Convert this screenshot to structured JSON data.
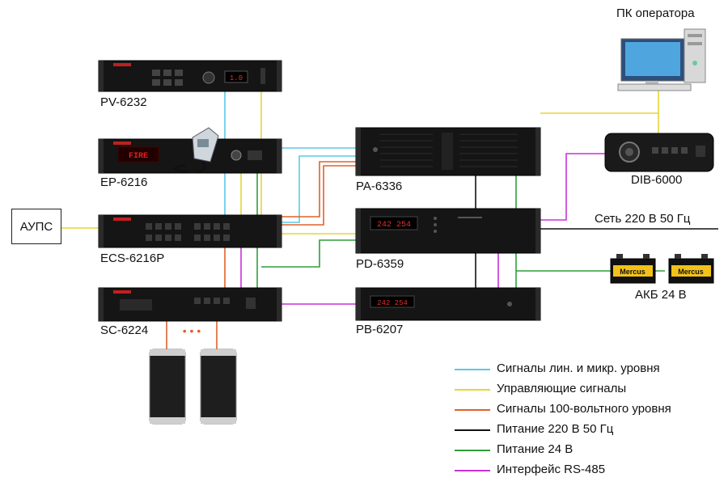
{
  "devices": {
    "pv": "PV-6232",
    "ep": "EP-6216",
    "ecs": "ECS-6216P",
    "sc": "SC-6224",
    "pa": "PA-6336",
    "pd": "PD-6359",
    "pb": "PB-6207",
    "dib": "DIB-6000",
    "aups": "АУПС",
    "pc": "ПК оператора",
    "battery": "АКБ 24 В",
    "mains": "Сеть 220 В 50 Гц",
    "fire_display": "FIRE",
    "pv_display": "1.0",
    "pd_display": "242 254",
    "pb_display": "242 254",
    "battery_brand": "Mercus",
    "dots": "• • •"
  },
  "legend": [
    {
      "label": "Сигналы лин. и микр. уровня",
      "color": "#5bc8e8",
      "icon": "line-signal"
    },
    {
      "label": "Управляющие сигналы",
      "color": "#e8d43a",
      "icon": "control-signal"
    },
    {
      "label": "Сигналы 100-вольтного уровня",
      "color": "#e0622a",
      "icon": "speaker-signal"
    },
    {
      "label": "Питание 220 В 50 Гц",
      "color": "#111111",
      "icon": "mains-power"
    },
    {
      "label": "Питание 24 В",
      "color": "#2e9e3a",
      "icon": "dc-power"
    },
    {
      "label": "Интерфейс RS-485",
      "color": "#c832d8",
      "icon": "rs485"
    }
  ]
}
